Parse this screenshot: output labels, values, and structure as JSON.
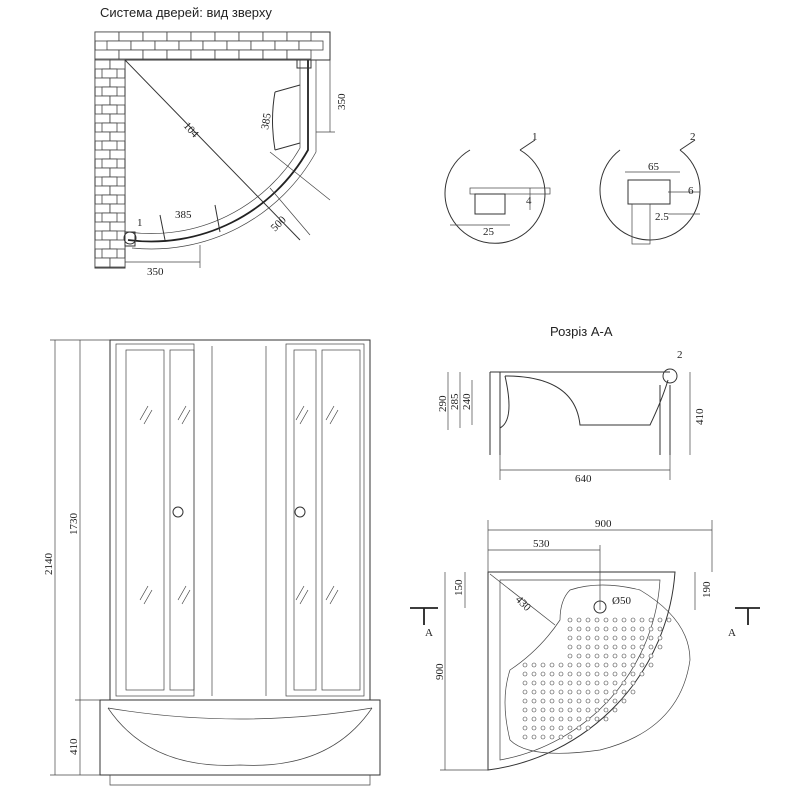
{
  "titles": {
    "top_view": "Система дверей: вид зверху",
    "section": "Розріз А-А"
  },
  "top_view": {
    "dim_diagonal": "104",
    "dim_radius_a": "385",
    "dim_radius_b": "385",
    "dim_right": "350",
    "dim_bottom": "350",
    "dim_arc": "500",
    "callout": "1"
  },
  "detail_1": {
    "label": "1",
    "dim_width": "25",
    "dim_height": "4"
  },
  "detail_2": {
    "label": "2",
    "dim_width": "65",
    "dim_a": "6",
    "dim_b": "2.5"
  },
  "front_view": {
    "height_total": "2140",
    "height_cabin": "1730",
    "height_tray": "410"
  },
  "section": {
    "dim_290": "290",
    "dim_285": "285",
    "dim_240": "240",
    "dim_410": "410",
    "dim_640": "640",
    "callout": "2"
  },
  "tray_plan": {
    "width": "900",
    "offset": "530",
    "left_150": "150",
    "right_190": "190",
    "depth_900": "900",
    "radius": "430",
    "drain": "Ø50",
    "cut_left": "A",
    "cut_right": "A"
  }
}
